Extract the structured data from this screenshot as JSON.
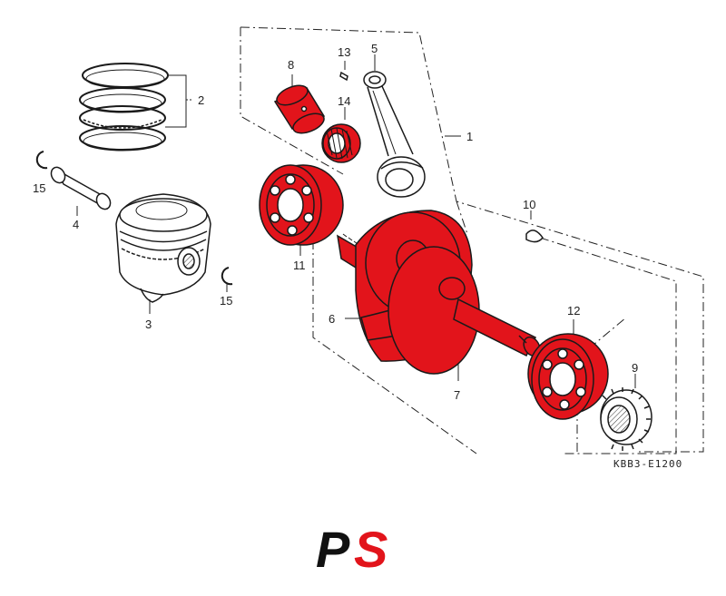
{
  "diagram": {
    "part_labels": {
      "p1": "1",
      "p2": "2",
      "p3": "3",
      "p4": "4",
      "p5": "5",
      "p6": "6",
      "p7": "7",
      "p8": "8",
      "p9": "9",
      "p10": "10",
      "p11": "11",
      "p12": "12",
      "p13": "13",
      "p14": "14",
      "p15a": "15",
      "p15b": "15"
    },
    "diagram_code": "KBB3-E1200",
    "colors": {
      "highlight": "#e2141b",
      "line": "#1a1a1a",
      "logo_dark": "#111111"
    }
  },
  "logo": {
    "letter_p": "P",
    "letter_s": "S"
  }
}
